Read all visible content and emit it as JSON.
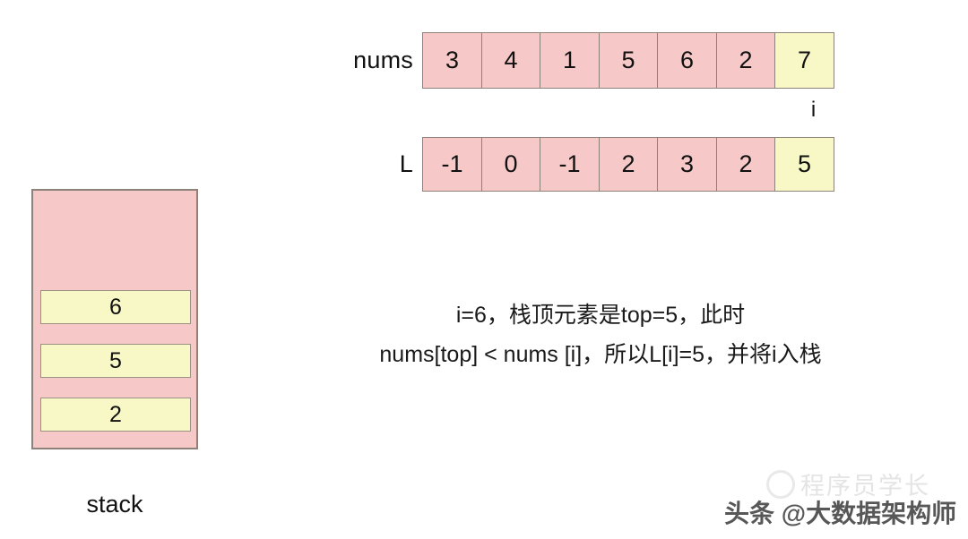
{
  "arrays": [
    {
      "name": "nums-array",
      "label": "nums",
      "values": [
        "3",
        "4",
        "1",
        "5",
        "6",
        "2",
        "7"
      ],
      "highlight_index": 6
    },
    {
      "name": "l-array",
      "label": "L",
      "values": [
        "-1",
        "0",
        "-1",
        "2",
        "3",
        "2",
        "5"
      ],
      "highlight_index": 6
    }
  ],
  "pointer": {
    "label": "i",
    "index": 6
  },
  "stack": {
    "caption": "stack",
    "items": [
      "6",
      "5",
      "2"
    ]
  },
  "explanation": {
    "line1": "i=6，栈顶元素是top=5，此时",
    "line2": "nums[top] < nums [i]，所以L[i]=5，并将i入栈"
  },
  "watermark": {
    "ghost": "程序员学长",
    "toutiao": "头条 @大数据架构师"
  },
  "colors": {
    "cell_fill": "#f6c8c8",
    "cell_highlight_fill": "#f8f7c6",
    "cell_border": "#8c8279",
    "text": "#111111",
    "background": "#ffffff"
  }
}
